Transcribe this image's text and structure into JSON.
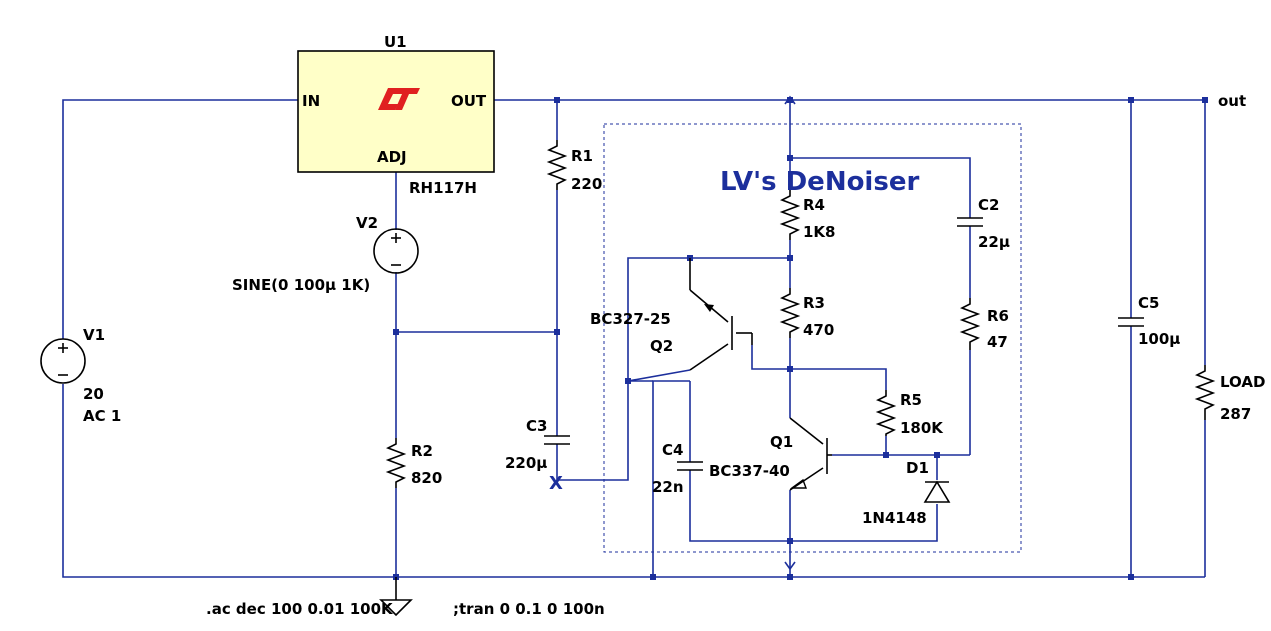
{
  "labels": {
    "u1": "U1",
    "u1_in": "IN",
    "u1_out": "OUT",
    "u1_adj": "ADJ",
    "u1_part": "RH117H",
    "out_net": "out",
    "r1": "R1",
    "r1_val": "220",
    "v2": "V2",
    "v2_val": "SINE(0 100µ 1K)",
    "v1": "V1",
    "v1_val": "20",
    "v1_ac": "AC 1",
    "r2": "R2",
    "r2_val": "820",
    "c3": "C3",
    "c3_val": "220µ",
    "title": "LV's DeNoiser",
    "r4": "R4",
    "r4_val": "1K8",
    "c2": "C2",
    "c2_val": "22µ",
    "r3": "R3",
    "r3_val": "470",
    "q2_part": "BC327-25",
    "q2": "Q2",
    "r6": "R6",
    "r6_val": "47",
    "r5": "R5",
    "r5_val": "180K",
    "c4": "C4",
    "c4_val": "22n",
    "q1": "Q1",
    "q1_part": "BC337-40",
    "d1": "D1",
    "d1_part": "1N4148",
    "c5": "C5",
    "c5_val": "100µ",
    "load": "LOAD",
    "load_val": "287",
    "cmd_ac": ".ac dec 100 0.01 100K",
    "cmd_tran": ";tran 0 0.1 0 100n",
    "x_marker": "X"
  },
  "colors": {
    "wire": "#1c2f9c",
    "component": "#000000",
    "regulator_fill": "#ffffc8",
    "logo": "#e02020"
  },
  "icons": {
    "regulator_logo": "linear-technology-logo-icon",
    "ground": "ground-icon"
  }
}
